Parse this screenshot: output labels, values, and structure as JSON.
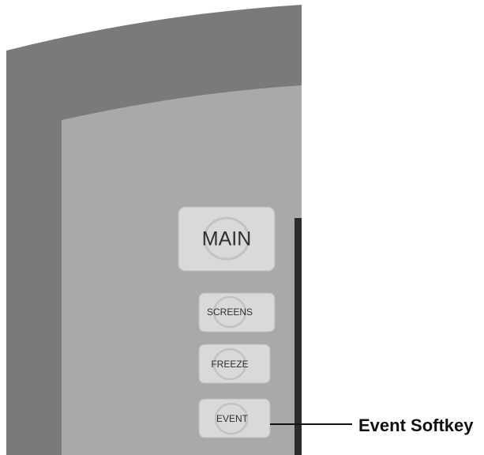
{
  "softkeys": {
    "main": {
      "label": "MAIN"
    },
    "screens": {
      "label": "SCREENS"
    },
    "freeze": {
      "label": "FREEZE"
    },
    "event": {
      "label": "EVENT"
    }
  },
  "callout": {
    "label": "Event Softkey"
  },
  "colors": {
    "outer_bezel": "#7a7a7a",
    "inner_panel": "#a9a9a9",
    "screen_edge": "#2b2b2b",
    "softkey_fill": "#d9d9d9"
  }
}
